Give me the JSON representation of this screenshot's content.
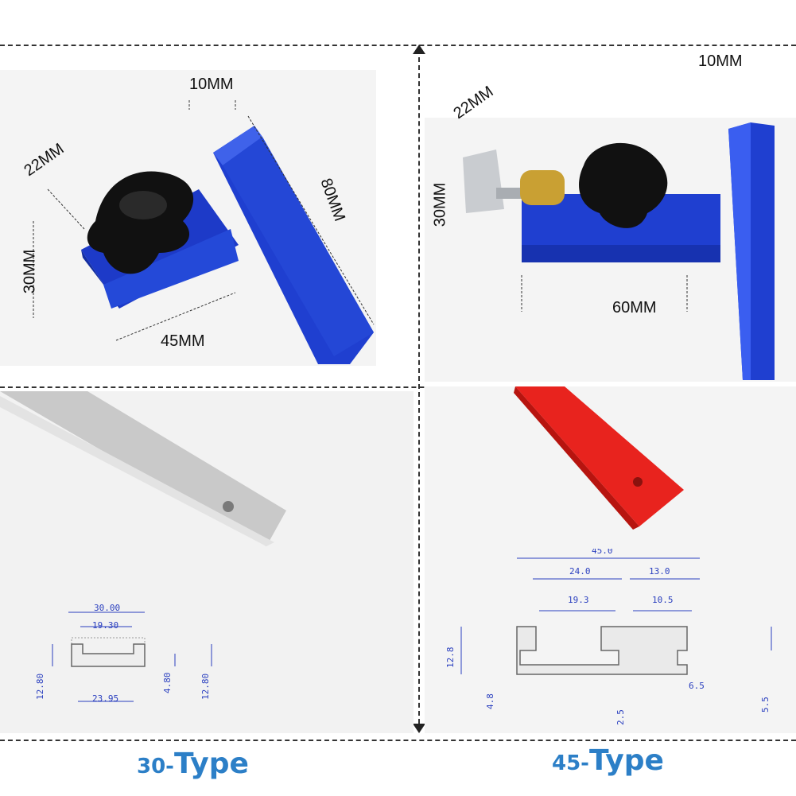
{
  "top_left": {
    "dims": {
      "knob": "22MM",
      "rail_width": "10MM",
      "height": "30MM",
      "length": "80MM",
      "body": "45MM"
    }
  },
  "top_right": {
    "dims": {
      "knob": "22MM",
      "rail_width": "10MM",
      "height": "30MM",
      "body": "60MM"
    }
  },
  "profile_30": {
    "dims": {
      "outer": "30.00",
      "inner": "19.30",
      "bottom": "23.95",
      "height_left": "12.80",
      "mid": "4.80",
      "height_right": "12.80"
    }
  },
  "profile_45": {
    "dims": {
      "outer": "45.0",
      "left": "24.0",
      "right": "13.0",
      "left_inner": "19.3",
      "right_inner": "10.5",
      "height": "12.8",
      "lip": "4.8",
      "gap": "2.5",
      "step": "6.5",
      "side": "5.5"
    }
  },
  "labels": {
    "type30_num": "30-",
    "type30_word": "Type",
    "type45_num": "45-",
    "type45_word": "Type"
  },
  "colors": {
    "blue_part": "#1f3fd0",
    "red_rail": "#e8231e",
    "silver_rail": "#c8c8c8",
    "type_label": "#2c7fc7"
  }
}
